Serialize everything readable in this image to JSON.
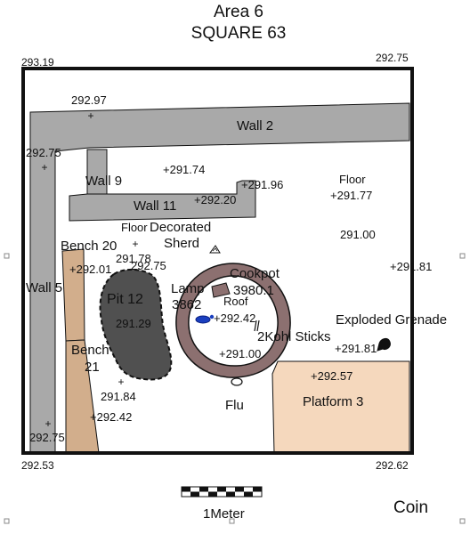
{
  "title": {
    "line1": "Area 6",
    "line2": "SQUARE 63"
  },
  "corners": {
    "top_left": "293.19",
    "top_right": "292.75",
    "bottom_left": "292.53",
    "bottom_right": "292.62"
  },
  "features": {
    "wall_2": "Wall 2",
    "wall_5": "Wall 5",
    "wall_9": "Wall 9",
    "wall_11": "Wall 11",
    "bench_20": "Bench 20",
    "bench_21_a": "Bench",
    "bench_21_b": "21",
    "pit_12": "Pit 12",
    "platform_3": "Platform 3",
    "floor_top": "Floor",
    "floor_left": "Floor",
    "decorated_sherd_a": "Decorated",
    "decorated_sherd_b": "Sherd",
    "cookpot_a": "Cookpot",
    "cookpot_b": "3980.1",
    "lamp_a": "Lamp",
    "lamp_b": "3862",
    "roof": "Roof",
    "kohl_sticks": "2Kohl Sticks",
    "exploded_grenade": "Exploded Grenade",
    "flu": "Flu"
  },
  "elevations": {
    "e1": "292.97",
    "e2": "292.75",
    "e3": "+291.74",
    "e4": "+291.96",
    "e5": "+292.20",
    "e6": "+291.77",
    "e7": "291.00",
    "e8": "291.78",
    "e9": "292.75",
    "e10": "+292.01",
    "e11": "+291.81",
    "e12": "291.29",
    "e13": "+292.42",
    "e14": "+291.00",
    "e15": "+291.81",
    "e16": "+292.57",
    "e17": "291.84",
    "e18": "+292.42",
    "e19": "292.75"
  },
  "scale_label": "1Meter",
  "legend_label": "Coin",
  "colors": {
    "wall": "#a9a9a9",
    "bench": "#d2ae8c",
    "pit": "#505050",
    "platform": "#f5d8bd",
    "cookpot_ring": "#8c7070",
    "lamp": "#1a3fbf",
    "outline": "#111111"
  }
}
